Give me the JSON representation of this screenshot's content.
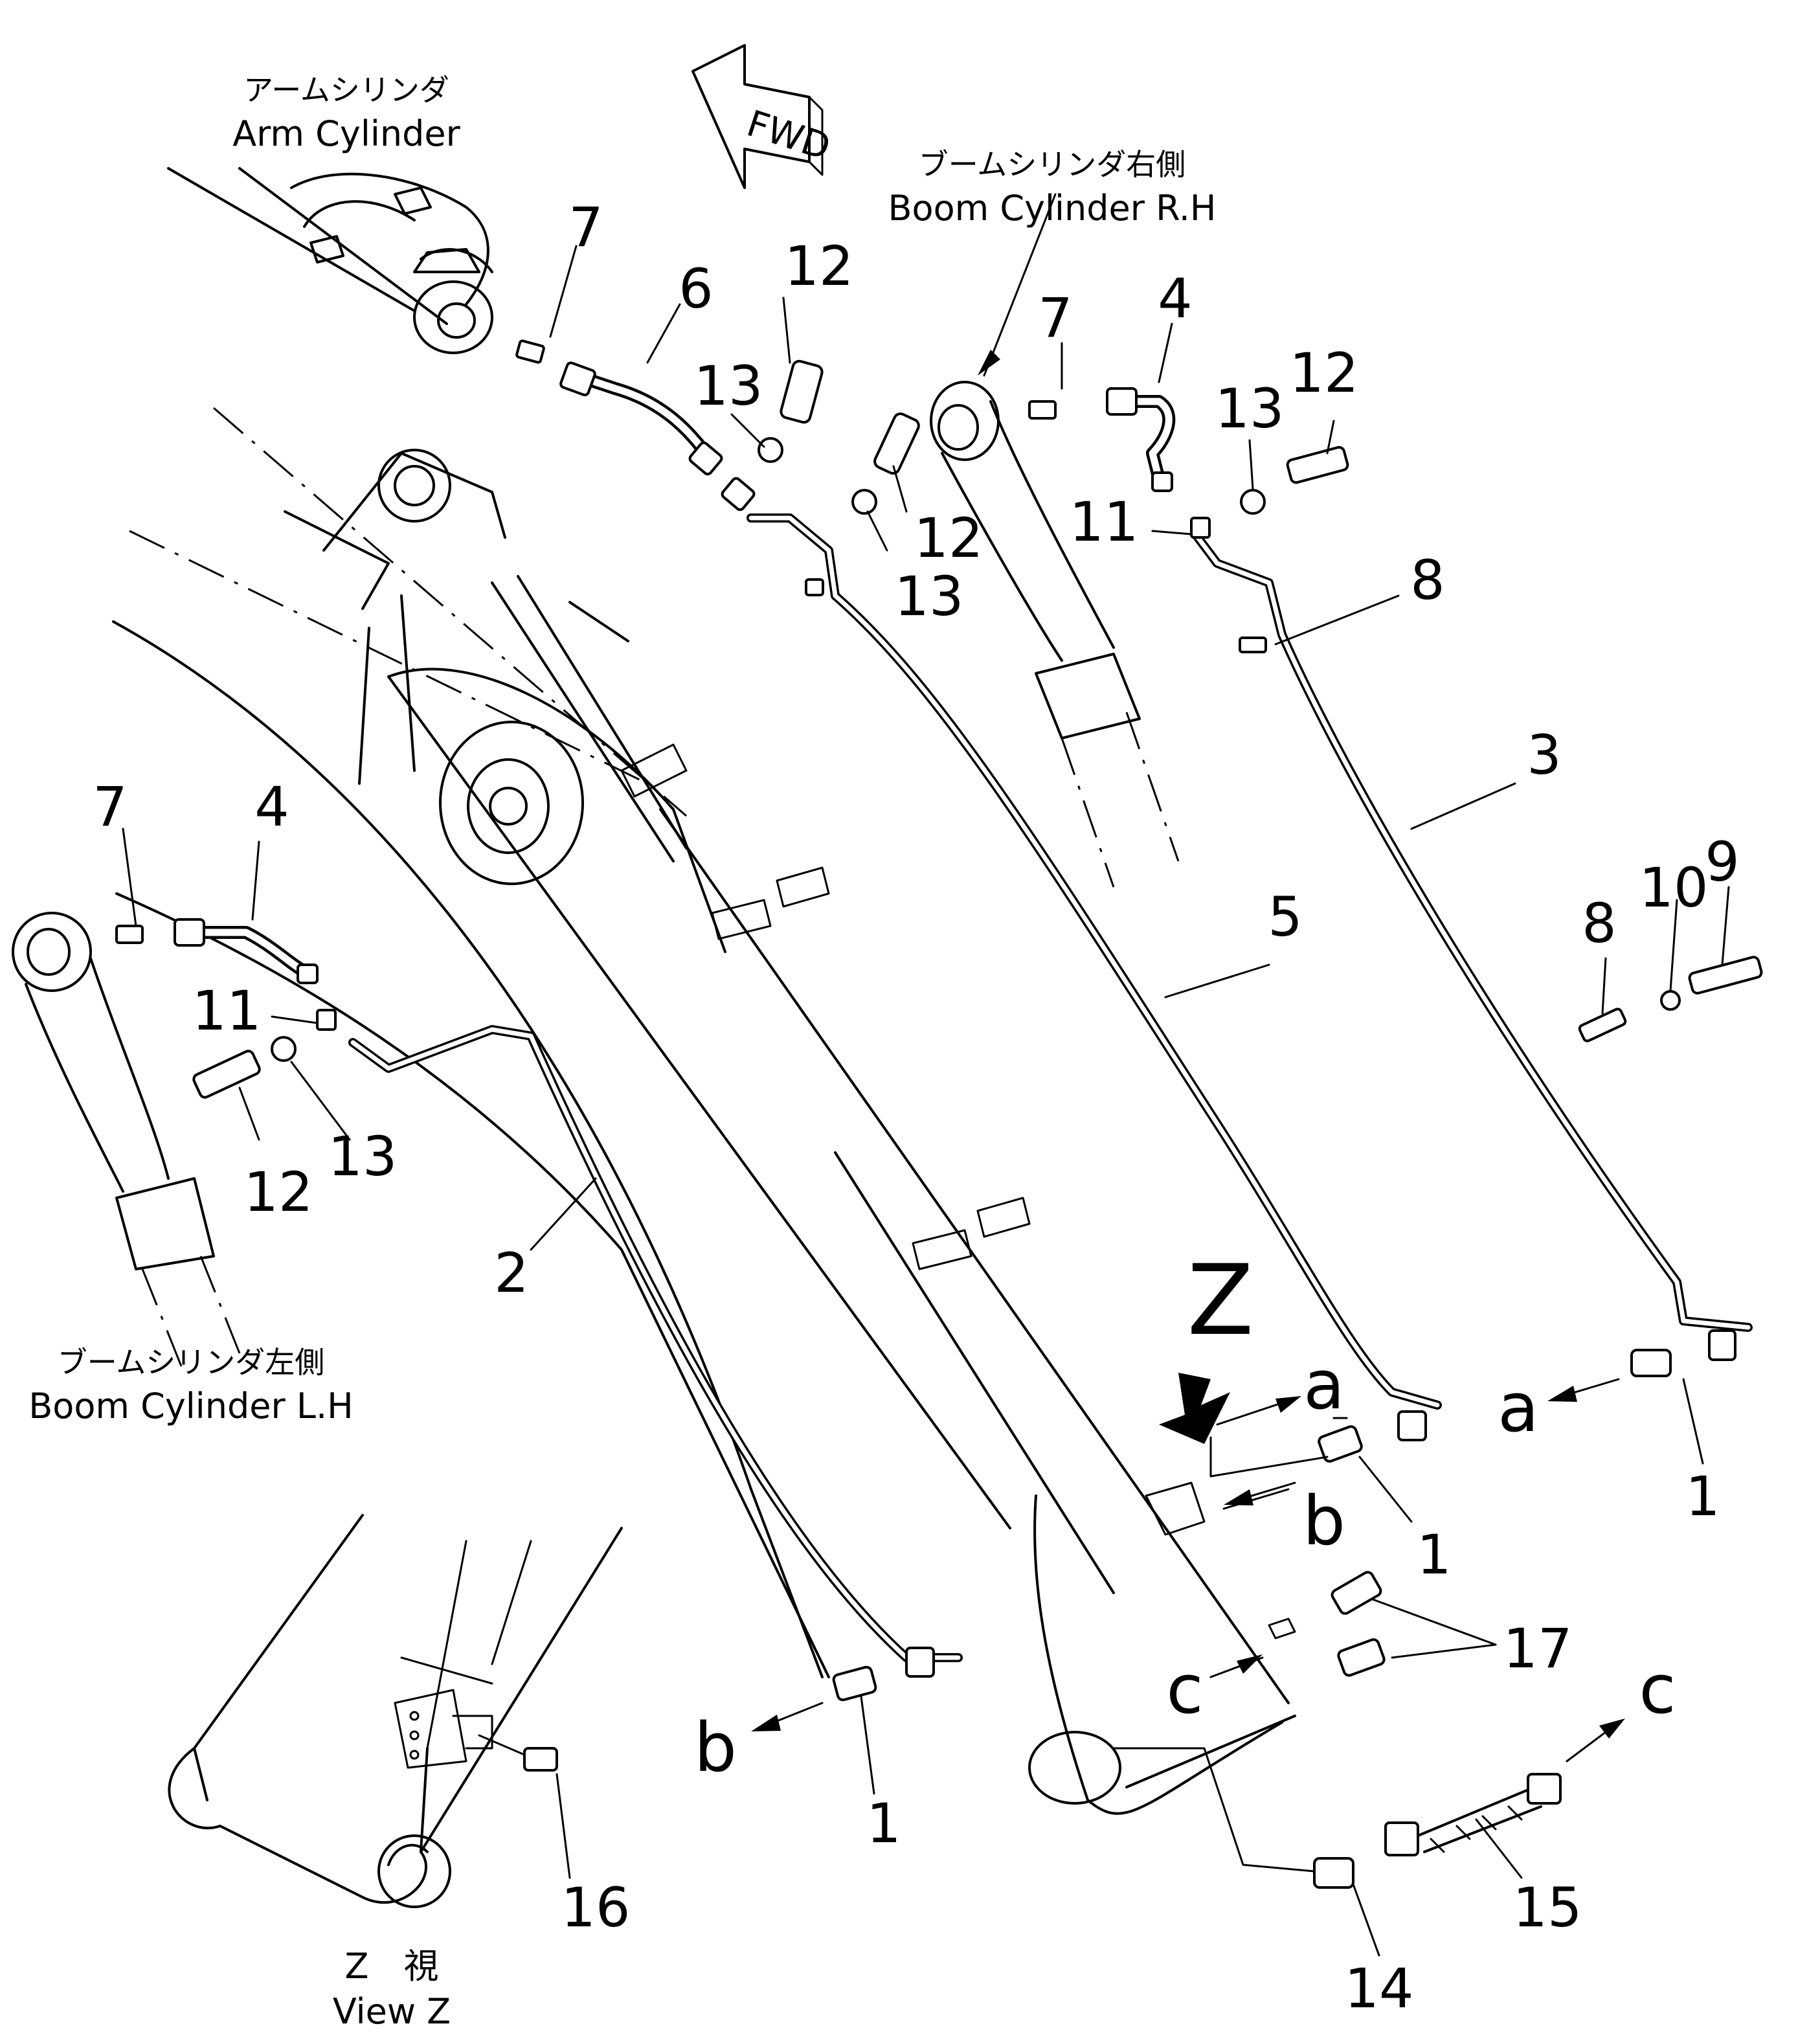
{
  "labels": {
    "arm_cylinder_jp": "アームシリンダ",
    "arm_cylinder_en": "Arm Cylinder",
    "boom_rh_jp": "ブームシリンダ右側",
    "boom_rh_en": "Boom Cylinder R.H",
    "boom_lh_jp": "ブームシリンダ左側",
    "boom_lh_en": "Boom Cylinder L.H",
    "view_z_jp": "Z　視",
    "view_z_en": "View Z",
    "fwd": "FWD",
    "z": "Z"
  },
  "callouts": {
    "arm_7": "7",
    "arm_6": "6",
    "arm_12": "12",
    "arm_13": "13",
    "mid_12": "12",
    "mid_13": "13",
    "rh_7": "7",
    "rh_4": "4",
    "rh_13": "13",
    "rh_12": "12",
    "rh_11": "11",
    "rh_8": "8",
    "pipe_3": "3",
    "pipe_5": "5",
    "pipe_2": "2",
    "clamp_8": "8",
    "clamp_10": "10",
    "clamp_9": "9",
    "lh_7": "7",
    "lh_4": "4",
    "lh_11": "11",
    "lh_12": "12",
    "lh_13": "13",
    "fit_a_1": "1",
    "fit_b_1": "1",
    "fit_bl_1": "1",
    "fit_17": "17",
    "fit_16": "16",
    "fit_15": "15",
    "fit_14": "14"
  },
  "connectors": {
    "a_left": "a",
    "a_right": "a",
    "b_left": "b",
    "b_right": "b",
    "c_left": "c",
    "c_right": "c"
  }
}
